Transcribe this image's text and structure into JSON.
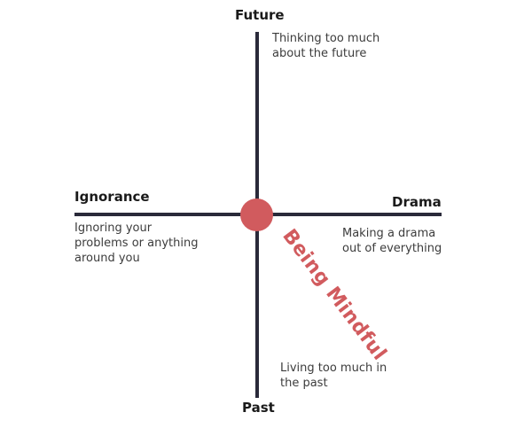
{
  "axes": {
    "top": {
      "label": "Future",
      "description": "Thinking too much about the future"
    },
    "bottom": {
      "label": "Past",
      "description": "Living too much in the past"
    },
    "left": {
      "label": "Ignorance",
      "description": "Ignoring your problems or anything around you"
    },
    "right": {
      "label": "Drama",
      "description": "Making a drama out of everything"
    }
  },
  "center_label": "Being Mindful",
  "colors": {
    "axis": "#2a2a3a",
    "accent": "#d15b5e"
  }
}
